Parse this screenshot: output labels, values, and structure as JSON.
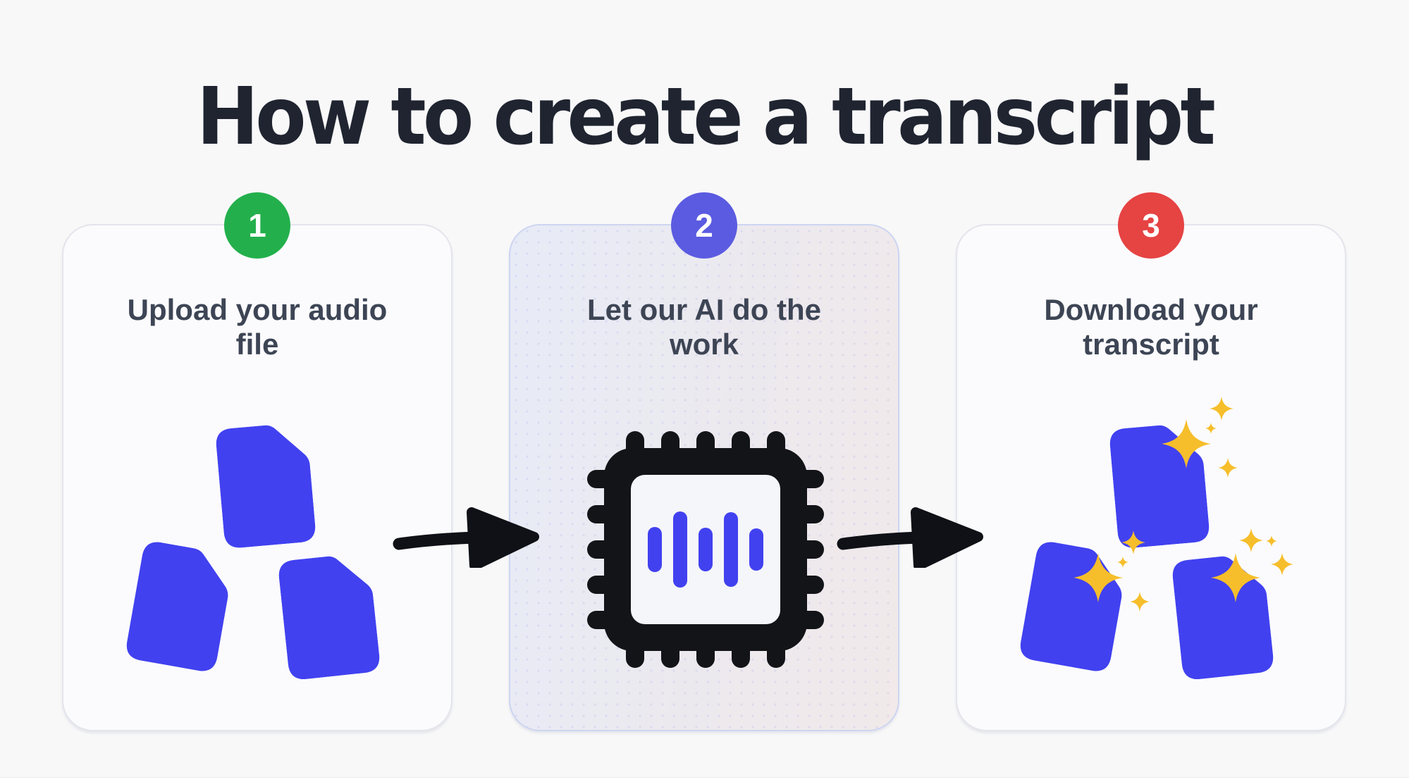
{
  "page": {
    "title": "How to create a transcript",
    "background_color": "#f8f8f9",
    "title_color": "#1f2430"
  },
  "steps": [
    {
      "number": "1",
      "heading": "Upload your audio file",
      "badge_color": "#23b04c",
      "icon": "audio-files-icon",
      "card_style": "plain"
    },
    {
      "number": "2",
      "heading": "Let our AI do the work",
      "badge_color": "#5b5be1",
      "icon": "ai-chip-waveform-icon",
      "card_style": "blue-to-pink-gradient"
    },
    {
      "number": "3",
      "heading": "Download your transcript",
      "badge_color": "#e64343",
      "icon": "transcript-files-sparkles-icon",
      "card_style": "plain"
    }
  ],
  "arrows": [
    "arrow-right-1",
    "arrow-right-2"
  ],
  "colors": {
    "file_blue": "#4141f0",
    "sparkle_gold": "#f6be2b",
    "chip_black": "#131418",
    "chip_panel": "#f5f6fa",
    "arrow_black": "#0f1116",
    "heading_text": "#3d4555",
    "card_bg": "#fbfbfd",
    "card_border": "#e4e5ec",
    "card2_border": "#cdd5f1"
  }
}
